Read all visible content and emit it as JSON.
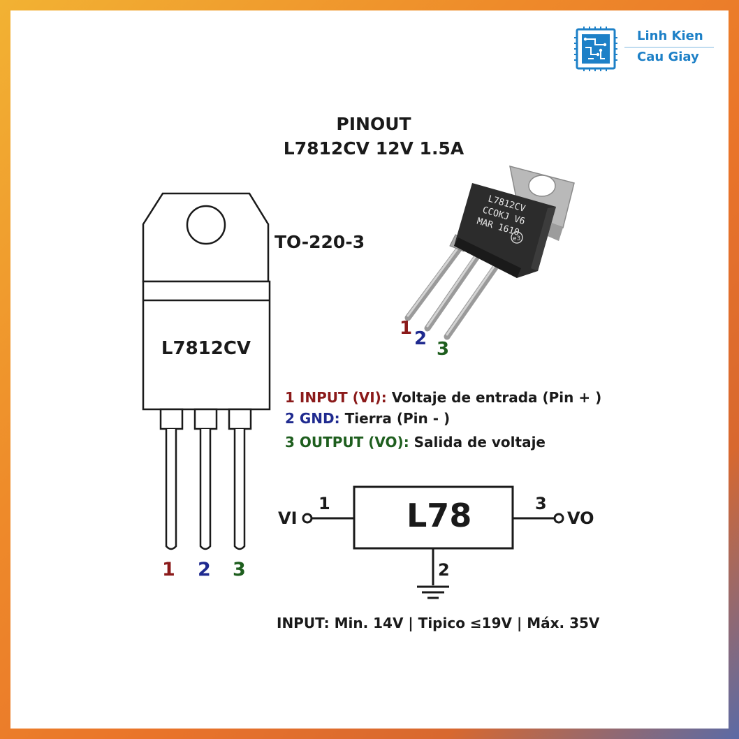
{
  "brand": {
    "line1": "Linh Kien",
    "line2": "Cau Giay",
    "color": "#1d80c7"
  },
  "title": {
    "line1": "PINOUT",
    "line2": "L7812CV  12V 1.5A"
  },
  "package": {
    "label": "TO-220-3",
    "chip_label": "L7812CV",
    "pin_numbers": [
      "1",
      "2",
      "3"
    ]
  },
  "photo": {
    "marking_lines": [
      "L7812CV",
      "CCOKJ  V6",
      "MAR   1610"
    ],
    "marking_symbol": "e3",
    "pin_numbers": [
      "1",
      "2",
      "3"
    ]
  },
  "pins": [
    {
      "num": "1",
      "name": "INPUT (VI):",
      "desc": "Voltaje de entrada  (Pin + )",
      "color": "#8b1a1a"
    },
    {
      "num": "2",
      "name": "GND:",
      "desc": "Tierra  (Pin - )",
      "color": "#1f2a8f"
    },
    {
      "num": "3",
      "name": "OUTPUT (VO):",
      "desc": "Salida de voltaje",
      "color": "#1e5e1e"
    }
  ],
  "schematic": {
    "block_label": "L78",
    "input_label": "VI",
    "output_label": "VO",
    "pin_in": "1",
    "pin_out": "3",
    "pin_gnd": "2"
  },
  "footer": "INPUT: Min. 14V | Tipico ≤19V | Máx. 35V"
}
